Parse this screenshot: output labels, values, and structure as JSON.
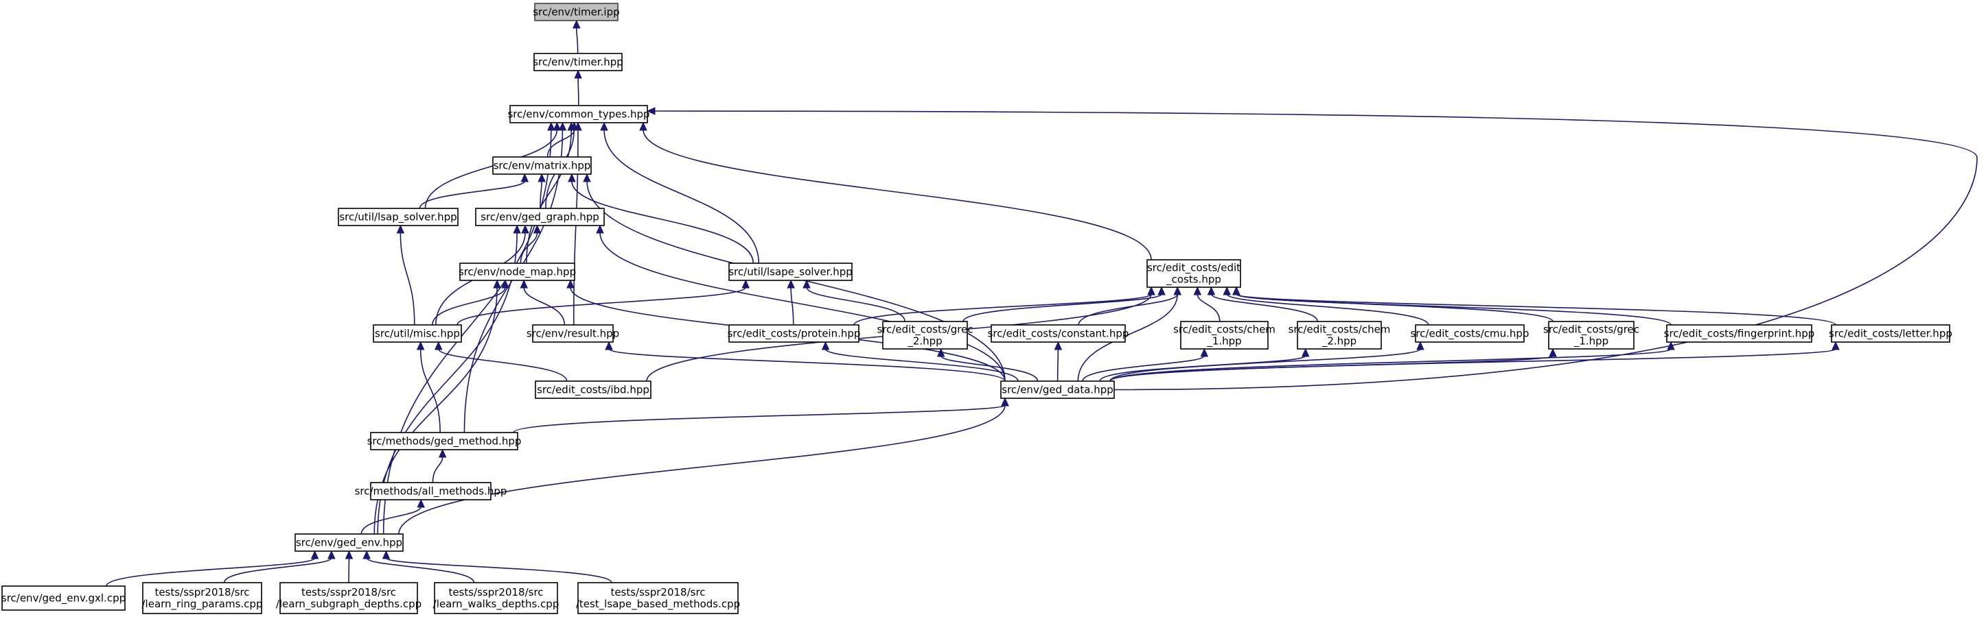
{
  "diagram": {
    "type": "include-dependency-graph",
    "colors": {
      "edge": "#191970",
      "node_border": "#000000",
      "node_fill": "#ffffff",
      "highlight_fill": "#bfbfbf"
    },
    "nodes": [
      {
        "id": "timer_ipp",
        "label": [
          "src/env/timer.ipp"
        ],
        "highlight": true
      },
      {
        "id": "timer_hpp",
        "label": [
          "src/env/timer.hpp"
        ]
      },
      {
        "id": "common_types",
        "label": [
          "src/env/common_types.hpp"
        ]
      },
      {
        "id": "matrix",
        "label": [
          "src/env/matrix.hpp"
        ]
      },
      {
        "id": "lsap_solver",
        "label": [
          "src/util/lsap_solver.hpp"
        ]
      },
      {
        "id": "ged_graph",
        "label": [
          "src/env/ged_graph.hpp"
        ]
      },
      {
        "id": "node_map",
        "label": [
          "src/env/node_map.hpp"
        ]
      },
      {
        "id": "lsape_solver",
        "label": [
          "src/util/lsape_solver.hpp"
        ]
      },
      {
        "id": "edit_costs",
        "label": [
          "src/edit_costs/edit",
          "_costs.hpp"
        ]
      },
      {
        "id": "misc",
        "label": [
          "src/util/misc.hpp"
        ]
      },
      {
        "id": "result",
        "label": [
          "src/env/result.hpp"
        ]
      },
      {
        "id": "protein",
        "label": [
          "src/edit_costs/protein.hpp"
        ]
      },
      {
        "id": "grec2",
        "label": [
          "src/edit_costs/grec",
          "_2.hpp"
        ]
      },
      {
        "id": "constant",
        "label": [
          "src/edit_costs/constant.hpp"
        ]
      },
      {
        "id": "chem1",
        "label": [
          "src/edit_costs/chem",
          "_1.hpp"
        ]
      },
      {
        "id": "chem2",
        "label": [
          "src/edit_costs/chem",
          "_2.hpp"
        ]
      },
      {
        "id": "cmu",
        "label": [
          "src/edit_costs/cmu.hpp"
        ]
      },
      {
        "id": "grec1",
        "label": [
          "src/edit_costs/grec",
          "_1.hpp"
        ]
      },
      {
        "id": "fingerprint",
        "label": [
          "src/edit_costs/fingerprint.hpp"
        ]
      },
      {
        "id": "letter",
        "label": [
          "src/edit_costs/letter.hpp"
        ]
      },
      {
        "id": "ibd",
        "label": [
          "src/edit_costs/ibd.hpp"
        ]
      },
      {
        "id": "ged_data",
        "label": [
          "src/env/ged_data.hpp"
        ]
      },
      {
        "id": "ged_method",
        "label": [
          "src/methods/ged_method.hpp"
        ]
      },
      {
        "id": "all_methods",
        "label": [
          "src/methods/all_methods.hpp"
        ]
      },
      {
        "id": "ged_env",
        "label": [
          "src/env/ged_env.hpp"
        ]
      },
      {
        "id": "gxl",
        "label": [
          "src/env/ged_env.gxl.cpp"
        ]
      },
      {
        "id": "ring",
        "label": [
          "tests/sspr2018/src",
          "/learn_ring_params.cpp"
        ]
      },
      {
        "id": "subgraph",
        "label": [
          "tests/sspr2018/src",
          "/learn_subgraph_depths.cpp"
        ]
      },
      {
        "id": "walks",
        "label": [
          "tests/sspr2018/src",
          "/learn_walks_depths.cpp"
        ]
      },
      {
        "id": "lsape_test",
        "label": [
          "tests/sspr2018/src",
          "/test_lsape_based_methods.cpp"
        ]
      }
    ],
    "edges": [
      {
        "from": "timer_hpp",
        "to": "timer_ipp"
      },
      {
        "from": "common_types",
        "to": "timer_hpp"
      },
      {
        "from": "matrix",
        "to": "common_types"
      },
      {
        "from": "lsap_solver",
        "to": "common_types"
      },
      {
        "from": "ged_graph",
        "to": "common_types"
      },
      {
        "from": "node_map",
        "to": "common_types"
      },
      {
        "from": "lsape_solver",
        "to": "common_types"
      },
      {
        "from": "result",
        "to": "common_types"
      },
      {
        "from": "edit_costs",
        "to": "common_types"
      },
      {
        "from": "ged_method",
        "to": "common_types"
      },
      {
        "from": "ged_env",
        "to": "common_types"
      },
      {
        "from": "ged_data",
        "to": "common_types"
      },
      {
        "from": "lsap_solver",
        "to": "matrix"
      },
      {
        "from": "ged_graph",
        "to": "matrix"
      },
      {
        "from": "lsape_solver",
        "to": "matrix"
      },
      {
        "from": "ged_data",
        "to": "matrix"
      },
      {
        "from": "misc",
        "to": "lsap_solver"
      },
      {
        "from": "node_map",
        "to": "ged_graph"
      },
      {
        "from": "misc",
        "to": "ged_graph"
      },
      {
        "from": "ged_data",
        "to": "ged_graph"
      },
      {
        "from": "ged_env",
        "to": "ged_graph"
      },
      {
        "from": "misc",
        "to": "node_map"
      },
      {
        "from": "result",
        "to": "node_map"
      },
      {
        "from": "ged_data",
        "to": "node_map"
      },
      {
        "from": "ged_env",
        "to": "node_map"
      },
      {
        "from": "misc",
        "to": "lsape_solver"
      },
      {
        "from": "protein",
        "to": "lsape_solver"
      },
      {
        "from": "grec2",
        "to": "lsape_solver"
      },
      {
        "from": "ibd",
        "to": "misc"
      },
      {
        "from": "ged_method",
        "to": "misc"
      },
      {
        "from": "protein",
        "to": "edit_costs"
      },
      {
        "from": "grec2",
        "to": "edit_costs"
      },
      {
        "from": "constant",
        "to": "edit_costs"
      },
      {
        "from": "chem1",
        "to": "edit_costs"
      },
      {
        "from": "chem2",
        "to": "edit_costs"
      },
      {
        "from": "cmu",
        "to": "edit_costs"
      },
      {
        "from": "grec1",
        "to": "edit_costs"
      },
      {
        "from": "fingerprint",
        "to": "edit_costs"
      },
      {
        "from": "letter",
        "to": "edit_costs"
      },
      {
        "from": "ibd",
        "to": "edit_costs"
      },
      {
        "from": "ged_data",
        "to": "edit_costs"
      },
      {
        "from": "ged_data",
        "to": "result"
      },
      {
        "from": "ged_data",
        "to": "protein"
      },
      {
        "from": "ged_data",
        "to": "grec2"
      },
      {
        "from": "ged_data",
        "to": "constant"
      },
      {
        "from": "ged_data",
        "to": "chem1"
      },
      {
        "from": "ged_data",
        "to": "chem2"
      },
      {
        "from": "ged_data",
        "to": "cmu"
      },
      {
        "from": "ged_data",
        "to": "grec1"
      },
      {
        "from": "ged_data",
        "to": "fingerprint"
      },
      {
        "from": "ged_data",
        "to": "letter"
      },
      {
        "from": "ged_method",
        "to": "ged_data"
      },
      {
        "from": "ged_env",
        "to": "ged_data"
      },
      {
        "from": "all_methods",
        "to": "ged_method"
      },
      {
        "from": "ged_env",
        "to": "all_methods"
      },
      {
        "from": "gxl",
        "to": "ged_env"
      },
      {
        "from": "ring",
        "to": "ged_env"
      },
      {
        "from": "subgraph",
        "to": "ged_env"
      },
      {
        "from": "walks",
        "to": "ged_env"
      },
      {
        "from": "lsape_test",
        "to": "ged_env"
      }
    ]
  }
}
